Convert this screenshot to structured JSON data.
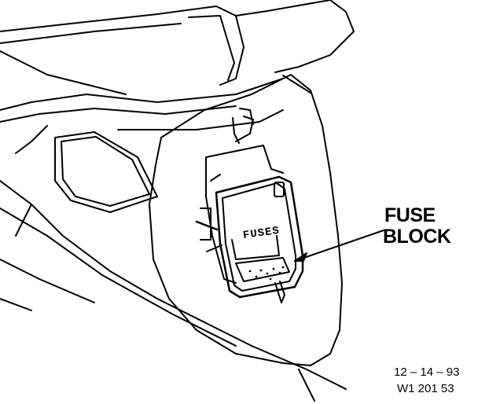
{
  "callout": {
    "line1": "FUSE",
    "line2": "BLOCK"
  },
  "panel_label": "FUSES",
  "code": {
    "date": "12 – 14 – 93",
    "id": "W1 201 53"
  },
  "colors": {
    "ink": "#000000",
    "paper": "#ffffff"
  }
}
